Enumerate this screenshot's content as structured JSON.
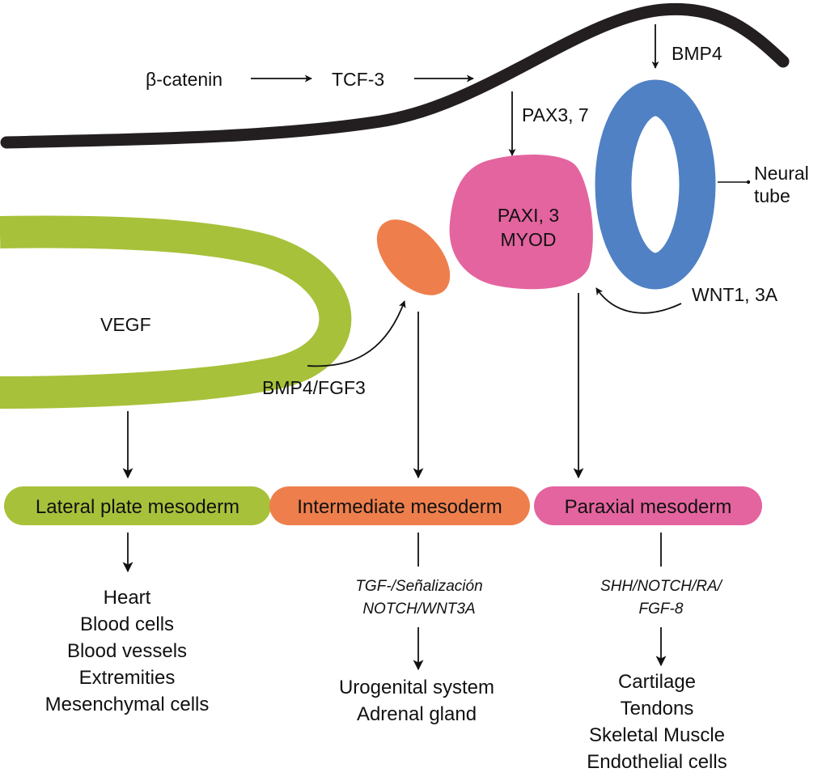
{
  "signals": {
    "beta_catenin": "β-catenin",
    "tcf3": "TCF-3",
    "bmp4_top": "BMP4",
    "pax37": "PAX3, 7",
    "wnt": "WNT1, 3A",
    "bmp4_fgf3": "BMP4/FGF3",
    "vegf": "VEGF"
  },
  "structures": {
    "somite_line1": "PAXI, 3",
    "somite_line2": "MYOD",
    "neural_tube_line1": "Neural",
    "neural_tube_line2": "tube"
  },
  "colors": {
    "lateral": "#A7C13A",
    "intermediate": "#EE7F4C",
    "paraxial": "#E4649F",
    "neural_tube": "#4F81C4",
    "ectoderm": "#231F20"
  },
  "columns": {
    "lateral": {
      "label": "Lateral plate mesoderm",
      "outputs": [
        "Heart",
        "Blood cells",
        "Blood vessels",
        "Extremities",
        "Mesenchymal cells"
      ]
    },
    "intermediate": {
      "label": "Intermediate mesoderm",
      "pathway_line1": "TGF-/Señalización",
      "pathway_line2": "NOTCH/WNT3A",
      "outputs": [
        "Urogenital system",
        "Adrenal gland"
      ]
    },
    "paraxial": {
      "label": "Paraxial mesoderm",
      "pathway_line1": "SHH/NOTCH/RA/",
      "pathway_line2": "FGF-8",
      "outputs": [
        "Cartilage",
        "Tendons",
        "Skeletal Muscle",
        "Endothelial cells"
      ]
    }
  }
}
